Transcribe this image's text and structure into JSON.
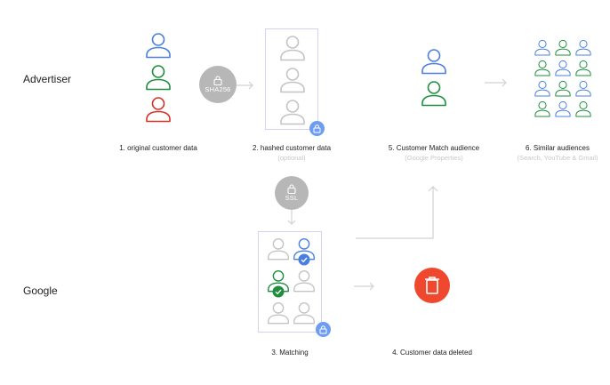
{
  "rows": {
    "advertiser": "Advertiser",
    "google": "Google"
  },
  "steps": {
    "s1": {
      "label": "1. original customer data"
    },
    "s2": {
      "label": "2. hashed customer data",
      "sub": "(optional)"
    },
    "s3": {
      "label": "3. Matching"
    },
    "s4": {
      "label": "4. Customer data deleted"
    },
    "s5": {
      "label": "5. Customer Match audience",
      "sub": "(Google Properties)"
    },
    "s6": {
      "label": "6. Similar audiences",
      "sub": "(Search, YouTube & Gmail)"
    }
  },
  "badges": {
    "sha": "SHA256",
    "ssl": "SSL"
  },
  "colors": {
    "blue": "#4a7fe0",
    "green": "#1e8e3e",
    "red": "#d93025",
    "gray_person": "#c4c4c4",
    "lock_circle": "#b7b7b7",
    "frame": "#d5d1ee",
    "badge_blue": "#6d9cf2",
    "trash_red": "#f0472f",
    "arrow": "#d2d2d2"
  },
  "icons": {
    "person": "person-icon",
    "lock": "lock-icon",
    "check": "check-icon",
    "trash": "trash-icon",
    "arrow": "arrow-right-icon"
  }
}
